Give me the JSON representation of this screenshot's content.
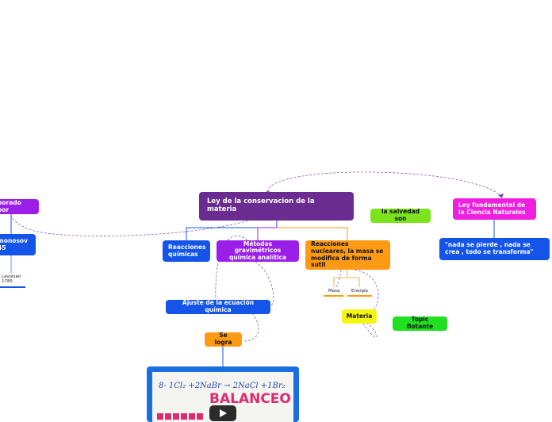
{
  "map": {
    "central": "Ley de la conservacion de la materia",
    "elaborado": "borado por",
    "lomonosov": "monosov\n45",
    "lavoisier": "Lavoisier\n1785",
    "reacciones_quimicas": "Reacciones químicas",
    "metodos": "Métodos gravimétricos química  analítica",
    "nucleares": "Reacciones nucleares, la masa se modifica de forma sutil",
    "masa": "Masa",
    "energia": "Energía",
    "materia": "Materia",
    "ajuste": "Ajuste de la ecuación química",
    "se_logra": "Se logra",
    "salvedad": "la salvedad son",
    "ley_fundamental": "Ley fundamental de la Ciencia Naturales",
    "nada_se_pierde": "\"nada se pierde , nada se crea , todo se transforma\"",
    "topic_flotante": "Topic flotante"
  },
  "video": {
    "equation": "8-  1Cl₂  +2NaBr  → 2NaCl +1Br₂",
    "title": "BALANCEO"
  },
  "colors": {
    "purple_dark": "#6a2c91",
    "violet": "#9b1fe8",
    "blue": "#1454e8",
    "orange": "#ff9a14",
    "magenta": "#f01fe0",
    "lime": "#7be41f",
    "green": "#20e020",
    "yellow": "#f5f514"
  }
}
